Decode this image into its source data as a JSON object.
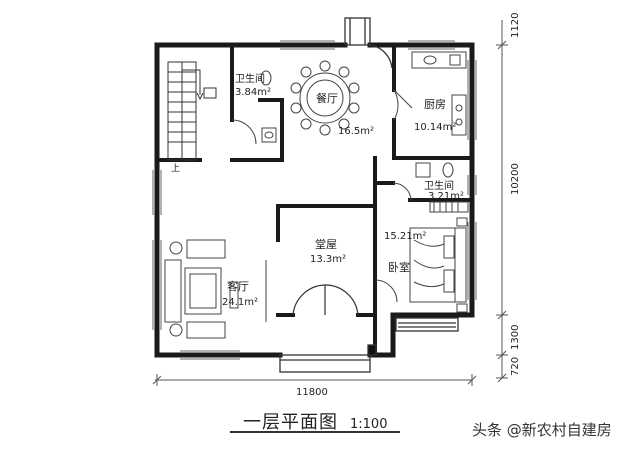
{
  "rooms": {
    "bathroom1": {
      "name": "卫生间",
      "area": "3.84m²"
    },
    "dining": {
      "name": "餐厅",
      "area": "16.5m²"
    },
    "kitchen": {
      "name": "厨房",
      "area": "10.14m²"
    },
    "bathroom2": {
      "name": "卫生间",
      "area": "3.21m²"
    },
    "hall": {
      "name": "堂屋",
      "area": "13.3m²"
    },
    "bedroom": {
      "name": "卧室",
      "area": "15.21m²"
    },
    "living": {
      "name": "客厅",
      "area": "24.1m²"
    },
    "stair_mark": "上"
  },
  "dimensions": {
    "right": [
      "1120",
      "10200",
      "1300",
      "720"
    ],
    "bottom": "11800"
  },
  "title": {
    "main": "一层平面图",
    "scale": "1:100"
  },
  "watermark": "头条 @新农村自建房",
  "colors": {
    "wall": "#1a1a1a",
    "line": "#555555",
    "background": "#ffffff"
  }
}
